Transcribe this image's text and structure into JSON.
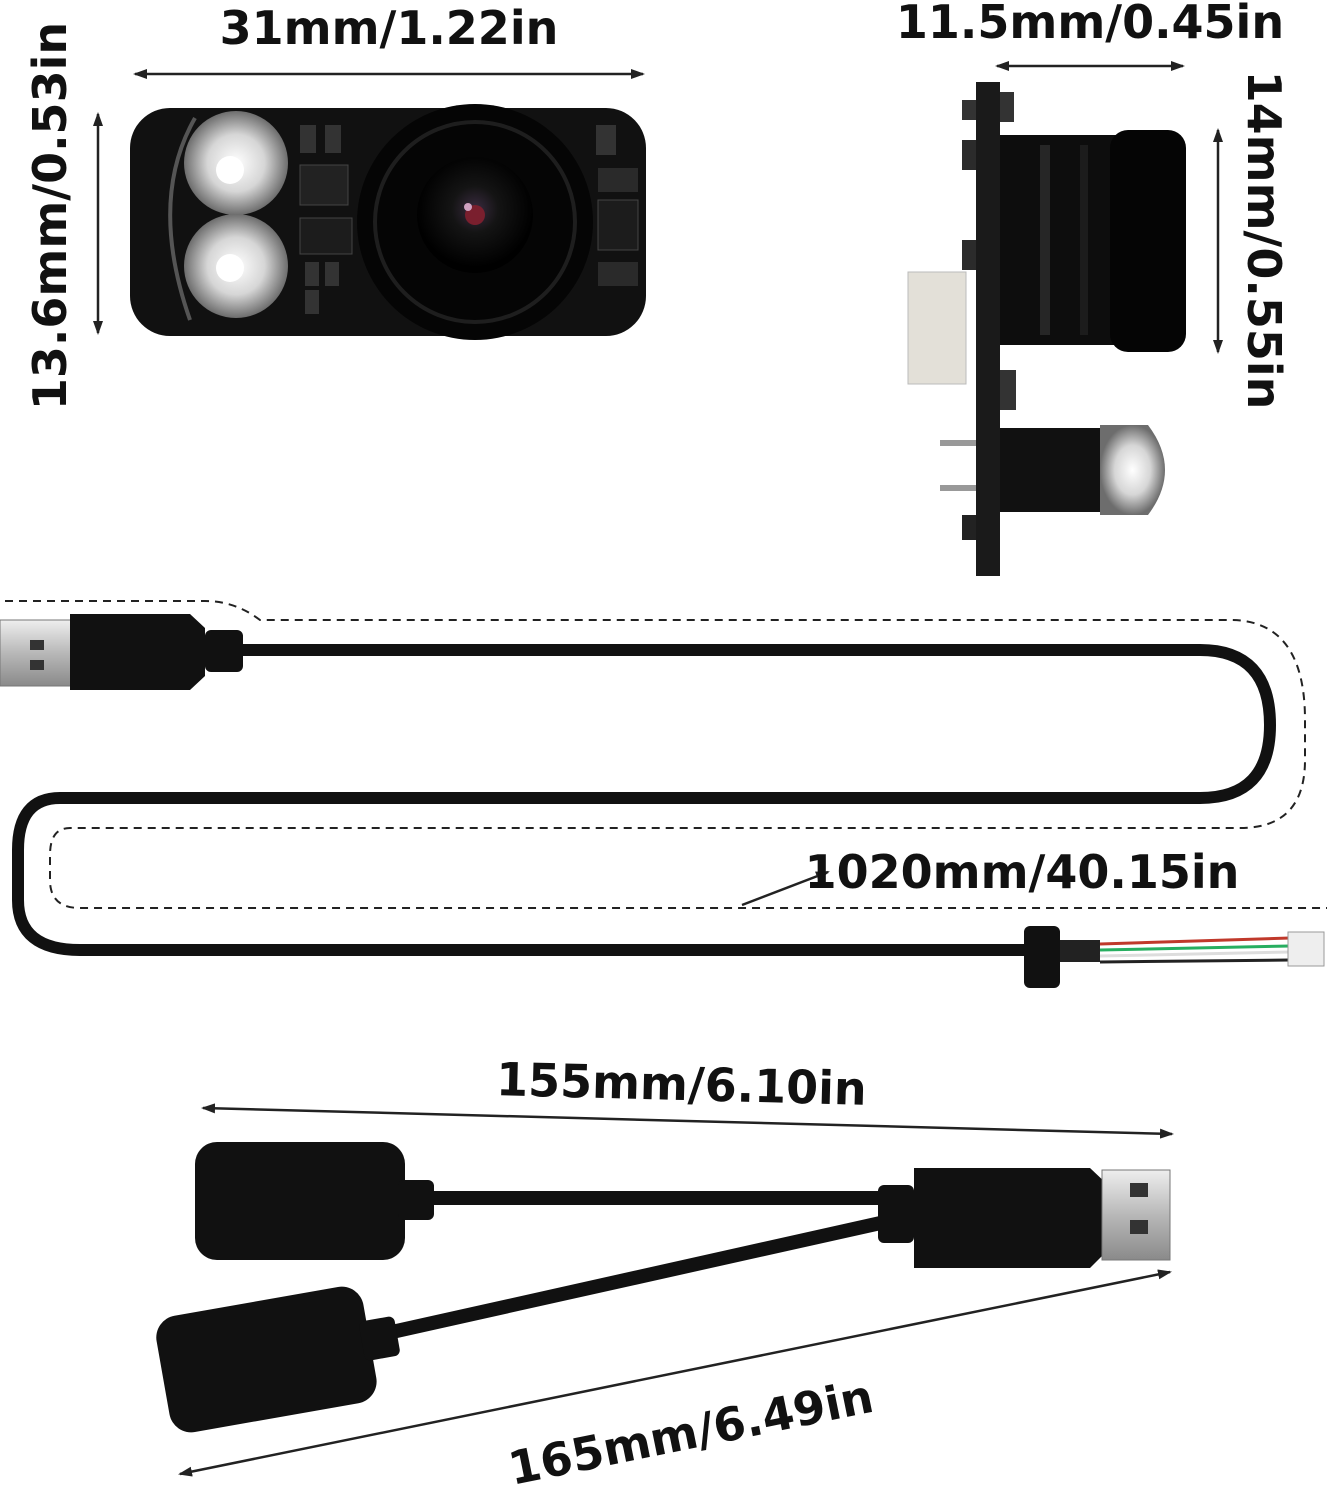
{
  "dimensions": {
    "board_width": "31mm/1.22in",
    "board_height": "13.6mm/0.53in",
    "side_depth": "11.5mm/0.45in",
    "side_height": "14mm/0.55in",
    "cable_length": "1020mm/40.15in",
    "splitter_short": "155mm/6.10in",
    "splitter_long": "165mm/6.49in"
  },
  "colors": {
    "pcb": "#111111",
    "lens": "#0a0a0a",
    "metal": "#cfcfcf",
    "wire_red": "#c0392b",
    "wire_green": "#27ae60"
  }
}
